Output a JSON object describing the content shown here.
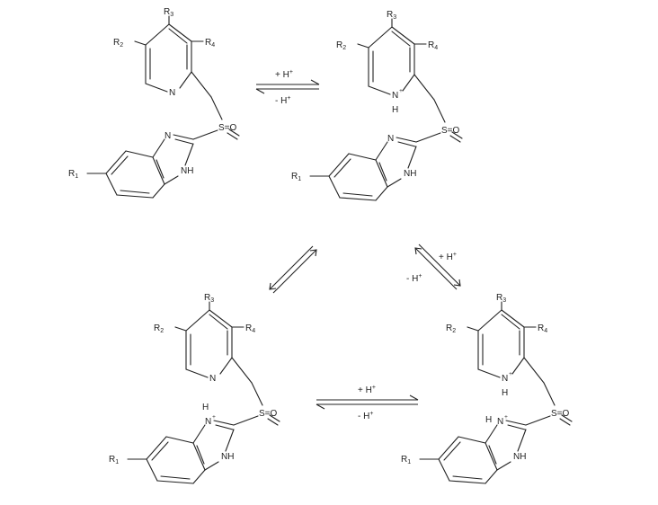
{
  "molecules": [
    {
      "id": "neutral",
      "R1": "R1",
      "R2": "R2",
      "R3": "R3",
      "R4": "R4",
      "pyridineN": "N",
      "pyridineH": "",
      "pyridineCharge": "",
      "imidazoleNtop": "N",
      "imidazoleNtopH": "",
      "imidazoleNtopCharge": "",
      "imidazoleNH": "NH",
      "sulfinyl": "S=O"
    },
    {
      "id": "pyridinium",
      "R1": "R1",
      "R2": "R2",
      "R3": "R3",
      "R4": "R4",
      "pyridineN": "N",
      "pyridineH": "H",
      "pyridineCharge": "+",
      "imidazoleNtop": "N",
      "imidazoleNtopH": "",
      "imidazoleNtopCharge": "",
      "imidazoleNH": "NH",
      "sulfinyl": "S=O"
    },
    {
      "id": "benzimidazolium",
      "R1": "R1",
      "R2": "R2",
      "R3": "R3",
      "R4": "R4",
      "pyridineN": "N",
      "pyridineH": "",
      "pyridineCharge": "",
      "imidazoleNtop": "N",
      "imidazoleNtopH": "H",
      "imidazoleNtopCharge": "+",
      "imidazoleNH": "NH",
      "sulfinyl": "S=O"
    },
    {
      "id": "diprotonated",
      "R1": "R1",
      "R2": "R2",
      "R3": "R3",
      "R4": "R4",
      "pyridineN": "N",
      "pyridineH": "H",
      "pyridineCharge": "+",
      "imidazoleNtop": "N",
      "imidazoleNtopH": "H",
      "imidazoleNtopCharge": "+",
      "imidazoleNH": "NH",
      "sulfinyl": "S=O"
    }
  ],
  "arrows": {
    "top": {
      "forward": "+ H+",
      "reverse": "- H+"
    },
    "middle_right": {
      "forward": "+ H+",
      "reverse": "- H+"
    },
    "bottom": {
      "forward": "+ H+",
      "reverse": "- H+"
    }
  }
}
